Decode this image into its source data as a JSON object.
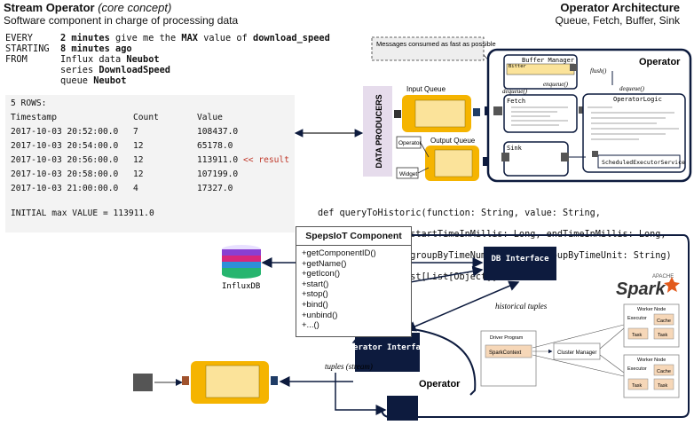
{
  "header": {
    "title": "Stream Operator",
    "title_note": "(core concept)",
    "subtitle": "Software component in charge of processing data",
    "right_title": "Operator Architecture",
    "right_subtitle": "Queue, Fetch, Buffer, Sink"
  },
  "query": {
    "every_kw": "EVERY",
    "every_val1": "2 minutes",
    "every_mid": " give me the ",
    "every_val2": "MAX",
    "every_mid2": " value of ",
    "every_val3": "download_speed",
    "starting_kw": "STARTING",
    "starting_val": "8 minutes ago",
    "from_kw": "FROM",
    "from_l1a": "Influx data ",
    "from_l1b": "Neubot",
    "from_l2a": "series ",
    "from_l2b": "DownloadSpeed",
    "from_l3a": "queue ",
    "from_l3b": "Neubot"
  },
  "results": {
    "count_line": "5 ROWS:",
    "headers": [
      "Timestamp",
      "Count",
      "Value"
    ],
    "rows": [
      [
        "2017-10-03 20:52:00.0",
        "7",
        "108437.0"
      ],
      [
        "2017-10-03 20:54:00.0",
        "12",
        "65178.0"
      ],
      [
        "2017-10-03 20:56:00.0",
        "12",
        "113911.0"
      ],
      [
        "2017-10-03 20:58:00.0",
        "12",
        "107199.0"
      ],
      [
        "2017-10-03 21:00:00.0",
        "4",
        "17327.0"
      ]
    ],
    "result_marker": "<< result",
    "initial": "INITIAL max VALUE = 113911.0"
  },
  "arch": {
    "note": "Messages consumed as fast as possible",
    "operator": "Operator",
    "buffer_manager": "Buffer Manager",
    "bitter": "Bitter",
    "flush": "flush()",
    "enqueue": "enqueue()",
    "dequeue1": "dequeue()",
    "dequeue2": "dequeue()",
    "fetch": "Fetch",
    "operator_logic": "OperatorLogic",
    "sink": "Sink",
    "scheduler": "ScheduledExecutorService",
    "input_queue": "Input Queue",
    "output_queue": "Output Queue",
    "data_producers": "DATA PRODUCERS",
    "operator_small": "Operator",
    "widget": "Widget",
    "ellipsis": "..."
  },
  "def": {
    "l1": "def queryToHistoric(function: String, value: String,",
    "l2": "                 startTimeInMillis: Long, endTimeInMillis: Long,",
    "l3": "                 groupByTimeNumber: Int, groupByTimeUnit: String)",
    "l4": "             : List[List[Object]]"
  },
  "component": {
    "title": "SpepsIoT Component",
    "methods": [
      "+getComponentID()",
      "+getName()",
      "+getIcon()",
      "+start()",
      "+stop()",
      "+bind()",
      "+unbind()",
      "+...()"
    ]
  },
  "lower": {
    "influx": "InfluxDB",
    "db_interface": "DB Interface",
    "operator_interface": "Operator Interface",
    "operator": "Operator",
    "historical": "historical tuples",
    "tuples": "tuples (stream)",
    "spark_apache": "APACHE",
    "spark": "Spark",
    "driver_program": "Driver Program",
    "spark_context": "SparkContext",
    "cluster_manager": "Cluster Manager",
    "worker_node": "Worker Node",
    "executor": "Executor",
    "cache": "Cache",
    "task": "Task"
  },
  "colors": {
    "navy": "#0d1b3e",
    "gold": "#f5b400",
    "lavender": "#e6dcec",
    "orange": "#f6d7b8"
  }
}
